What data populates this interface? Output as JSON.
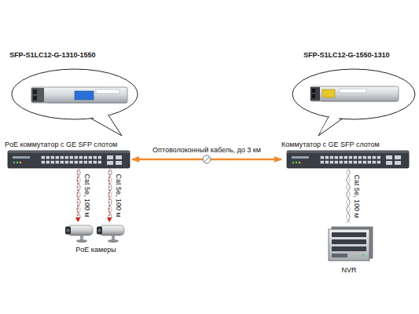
{
  "diagram": {
    "nodes": [
      {
        "text": [
          "PoE коммутатор с GE SFP слотом"
        ]
      },
      {
        "text": [
          "Коммутатор с GE SFP слотом"
        ]
      },
      {
        "text": [
          "PoE камеры"
        ]
      },
      {
        "text": [
          "NVR"
        ]
      }
    ],
    "edges": [
      {
        "from": 0,
        "to": 1,
        "arrow": "both",
        "label": "Оптоволоконный кабель, до 3 км"
      },
      {
        "from": 0,
        "to": 2,
        "arrow": "to",
        "label": "Cat 5e, 100 м"
      },
      {
        "from": 0,
        "to": 2,
        "arrow": "to",
        "label": "Cat 5e, 100 м"
      },
      {
        "from": 1,
        "to": 3,
        "arrow": "none",
        "label": "Cat 5e, 100 м"
      }
    ],
    "labels": [
      "SFP-S1LC12-G-1310-1550",
      "SFP-S1LC12-G-1550-1310"
    ]
  }
}
